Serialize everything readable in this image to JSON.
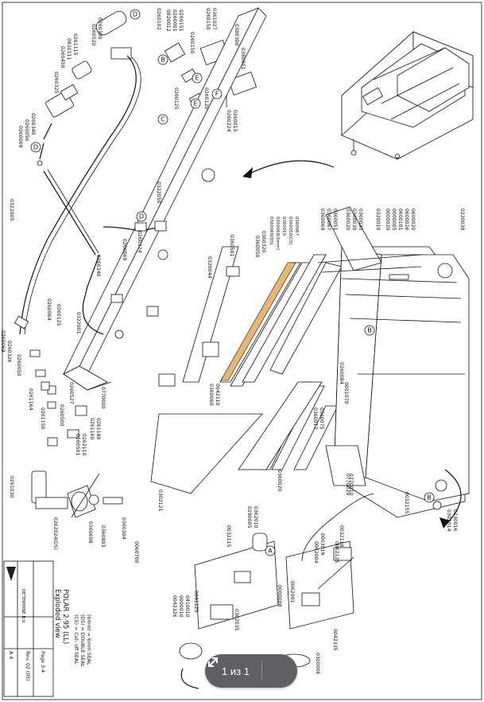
{
  "document": {
    "sheet_title": "Exploded view",
    "model": "POLAR 2-95 (LL)",
    "page": "Page 3-4",
    "revision": "Rev. 02 (05)",
    "sheet_size": "A 4",
    "company": "DETERMINE B.V.",
    "legend": [
      "(CS) = Cut- off SEAL",
      "(DS) = DOUBLE SEAL",
      "(6mm) = 6mm SEAL"
    ]
  },
  "callout_letters": [
    "A",
    "B",
    "C",
    "D",
    "E",
    "F"
  ],
  "part_numbers": {
    "top_left": [
      "0260300",
      "0260520",
      "0261115",
      "0810111",
      "0260450",
      "0260325",
      "0260340",
      "0260056",
      "0260069"
    ],
    "top_mid": [
      "0361027",
      "0260150",
      "0260151",
      "0260001",
      "0820012",
      "0260150",
      "0260125",
      "0260120",
      "0260102",
      "0260224",
      "0260015",
      "0380601",
      "0380300"
    ],
    "middle": [
      "0322050",
      "0322005",
      "0260324",
      "0260068",
      "0260340",
      "0260125",
      "0322001",
      "0260064",
      "0260326",
      "0260069",
      "0260050"
    ],
    "center": [
      "0320044",
      "0360320",
      "0360501",
      "0360050",
      "0360050(CS)",
      "0360010",
      "0360067",
      "0360068(6mm)",
      "0360060(DS)",
      "0360069",
      "0360067",
      "0360051",
      "0360020",
      "0360030",
      "0360035"
    ],
    "right": [
      "0000020",
      "0000005",
      "0600101",
      "0600026",
      "0600020",
      "0220038",
      "0320010"
    ],
    "lower_left": [
      "0770000",
      "0260527",
      "0261180",
      "0261160",
      "0261150",
      "0261164",
      "0260500",
      "0262110",
      "0260501"
    ],
    "lower_mid": [
      "0302121",
      "0770010",
      "0042110",
      "0360060",
      "0360020",
      "0360017",
      "0360075",
      "0001070",
      "0260084"
    ],
    "lower_right": [
      "0032155",
      "0302014",
      "0230016",
      "0770020",
      "0032118",
      "0062125",
      "0003019",
      "0062004",
      "0000008",
      "0062001",
      "0041125",
      "0362010",
      "0290005",
      "0032115",
      "0042335",
      "0300006",
      "0362035",
      "0000010",
      "0410010",
      "0042326"
    ],
    "bottom": [
      "0261030",
      "0262024(DS)",
      "0360608",
      "0360803",
      "0360304",
      "0060700"
    ]
  },
  "pager": {
    "label": "1 из 1",
    "fullscreen_icon": "expand-arrows-icon"
  },
  "colors": {
    "seal_highlight": "#e7b871",
    "pager_bg": "#5f6063",
    "ink": "#111111"
  }
}
